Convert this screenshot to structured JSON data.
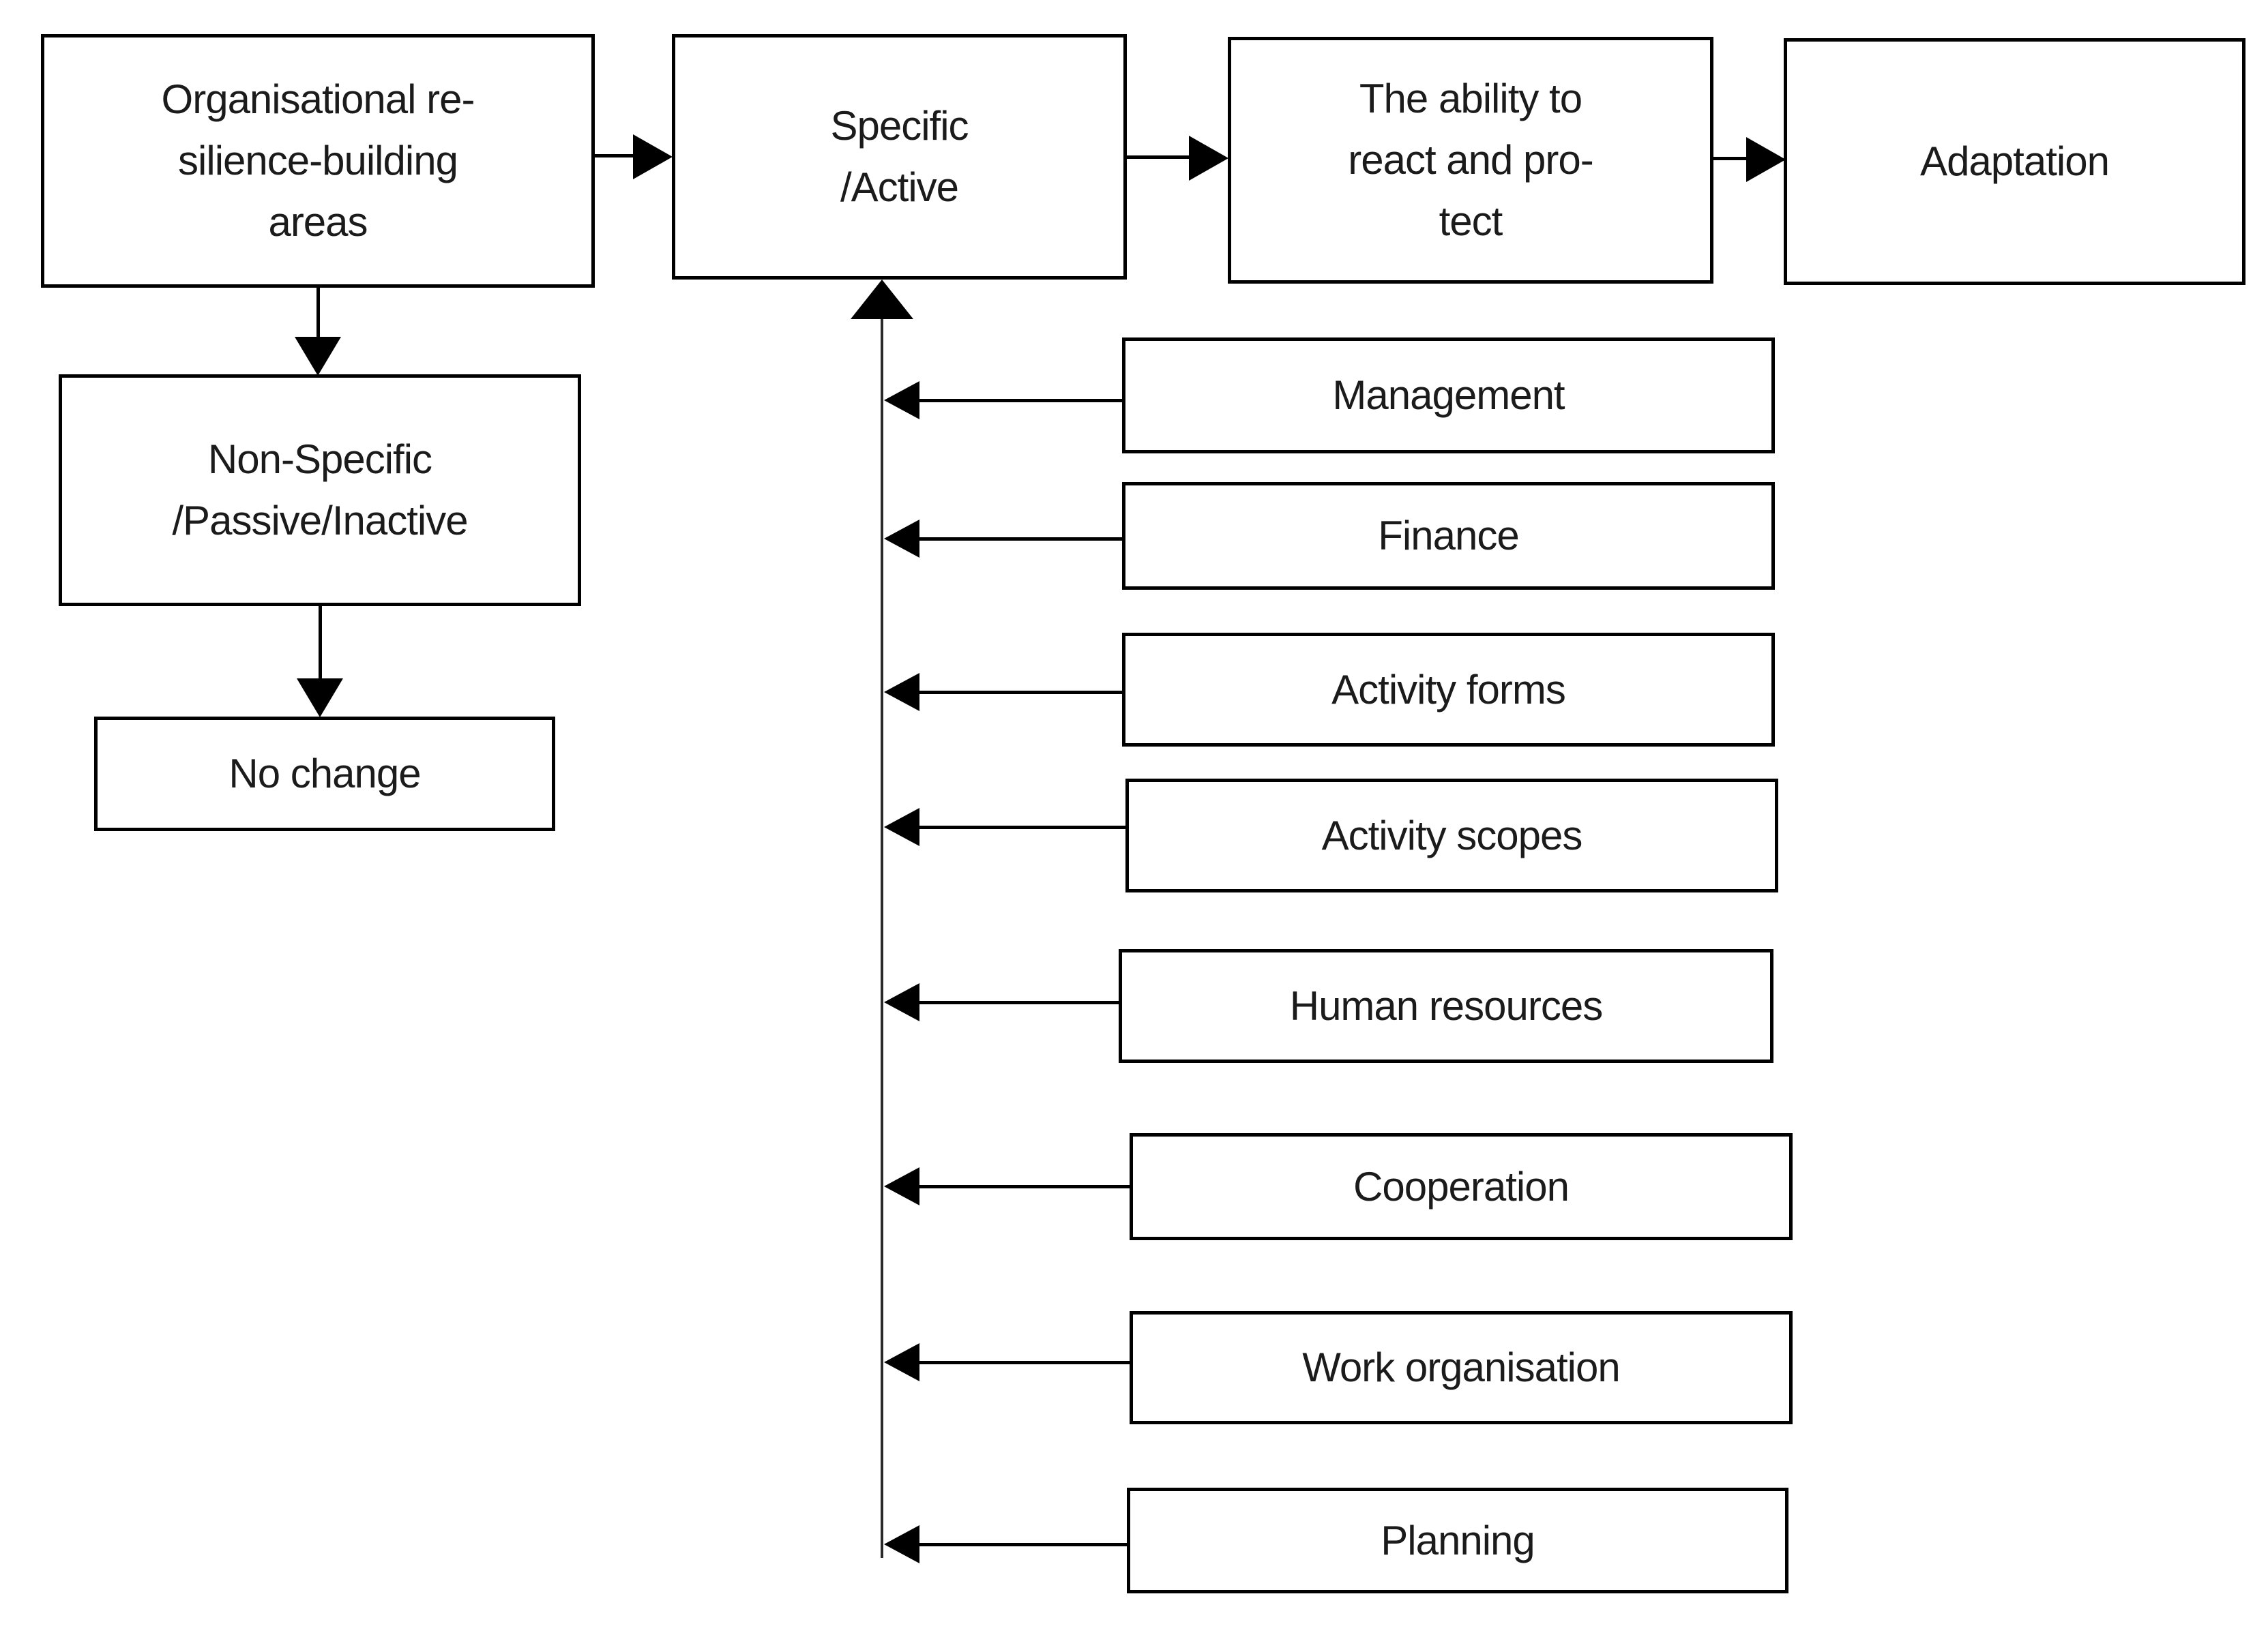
{
  "diagram": {
    "colors": {
      "background": "#ffffff",
      "box_border": "#000000",
      "box_fill": "#ffffff",
      "arrow": "#000000",
      "text": "#1b1b1b"
    },
    "nodes": {
      "organisational_areas": {
        "label_lines": [
          "Organisational re-",
          "silience-building",
          "areas"
        ]
      },
      "specific_active": {
        "label_lines": [
          "Specific",
          "/Active"
        ]
      },
      "ability_to_react": {
        "label_lines": [
          "The ability to",
          "react and pro-",
          "tect"
        ]
      },
      "adaptation": {
        "label_lines": [
          "Adaptation"
        ]
      },
      "non_specific": {
        "label_lines": [
          "Non-Specific",
          "/Passive/Inactive"
        ]
      },
      "no_change": {
        "label_lines": [
          "No change"
        ]
      }
    },
    "resilience_areas": [
      {
        "label": "Management"
      },
      {
        "label": "Finance"
      },
      {
        "label": "Activity forms"
      },
      {
        "label": "Activity scopes"
      },
      {
        "label": "Human resources"
      },
      {
        "label": "Cooperation"
      },
      {
        "label": "Work organisation"
      },
      {
        "label": "Planning"
      }
    ],
    "edges": [
      {
        "from": "organisational_areas",
        "to": "specific_active",
        "direction": "right"
      },
      {
        "from": "specific_active",
        "to": "ability_to_react",
        "direction": "right"
      },
      {
        "from": "ability_to_react",
        "to": "adaptation",
        "direction": "right"
      },
      {
        "from": "organisational_areas",
        "to": "non_specific",
        "direction": "down"
      },
      {
        "from": "non_specific",
        "to": "no_change",
        "direction": "down"
      },
      {
        "from": "management",
        "to": "specific_active",
        "direction": "left-into-trunk"
      },
      {
        "from": "finance",
        "to": "specific_active",
        "direction": "left-into-trunk"
      },
      {
        "from": "activity_forms",
        "to": "specific_active",
        "direction": "left-into-trunk"
      },
      {
        "from": "activity_scopes",
        "to": "specific_active",
        "direction": "left-into-trunk"
      },
      {
        "from": "human_resources",
        "to": "specific_active",
        "direction": "left-into-trunk"
      },
      {
        "from": "cooperation",
        "to": "specific_active",
        "direction": "left-into-trunk"
      },
      {
        "from": "work_organisation",
        "to": "specific_active",
        "direction": "left-into-trunk"
      },
      {
        "from": "planning",
        "to": "specific_active",
        "direction": "left-into-trunk"
      }
    ]
  }
}
